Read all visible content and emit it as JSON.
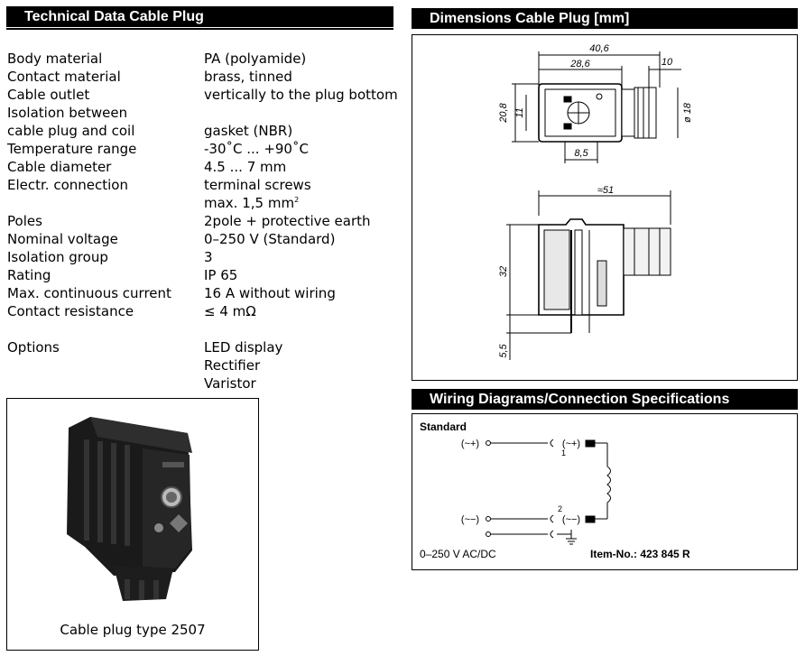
{
  "left_header": "Technical Data Cable Plug",
  "specs": [
    {
      "label": "Body material",
      "value": "PA (polyamide)"
    },
    {
      "label": "Contact material",
      "value": "brass, tinned"
    },
    {
      "label": "Cable outlet",
      "value": "vertically to the plug bottom"
    },
    {
      "label": "Isolation between",
      "value": ""
    },
    {
      "label": "cable plug and coil",
      "value": "gasket (NBR)"
    },
    {
      "label": "Temperature range",
      "value": "-30˚C ... +90˚C"
    },
    {
      "label": "Cable diameter",
      "value": "4.5 ... 7 mm"
    },
    {
      "label": "Electr. connection",
      "value": "terminal screws"
    },
    {
      "label": "",
      "value": "max. 1,5 mm",
      "sup": "2"
    },
    {
      "label": "Poles",
      "value": "2pole + protective earth"
    },
    {
      "label": "Nominal voltage",
      "value": "0–250 V (Standard)"
    },
    {
      "label": "Isolation group",
      "value": "3"
    },
    {
      "label": "Rating",
      "value": "IP 65"
    },
    {
      "label": "Max. continuous current",
      "value": "16 A without wiring"
    },
    {
      "label": "Contact resistance",
      "value": "≤ 4 mΩ"
    }
  ],
  "options_label": "Options",
  "options": [
    "LED display",
    "Rectifier",
    "Varistor"
  ],
  "photo_caption": "Cable plug type 2507",
  "dimensions": {
    "header": "Dimensions Cable Plug [mm]",
    "top_width": "40,6",
    "body_width": "28,6",
    "gland_width": "10",
    "height": "20,8",
    "inner_height": "11",
    "diameter": "ø 18",
    "pin_spacing": "8,5",
    "side_width": "≈51",
    "side_height": "32",
    "pin_length": "5,5"
  },
  "wiring": {
    "header": "Wiring Diagrams/Connection Specifications",
    "title": "Standard",
    "pin1": "1",
    "pin2": "2",
    "voltage": "0–250 V AC/DC",
    "item": "Item-No.: 423 845 R"
  }
}
